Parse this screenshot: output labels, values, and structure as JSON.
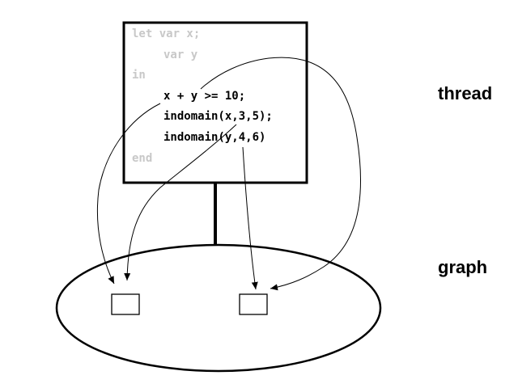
{
  "thread": {
    "label": "thread",
    "code": {
      "line1": "let var x;",
      "line2": "var y",
      "line3": "in",
      "line4": "x + y >= 10;",
      "line5": "indomain(x,3,5);",
      "line6": "indomain(y,4,6)",
      "line7": "end"
    }
  },
  "graph": {
    "label": "graph"
  },
  "colors": {
    "dim_text": "#c8c8c8",
    "text": "#000000",
    "stroke": "#000000",
    "background": "#ffffff"
  }
}
